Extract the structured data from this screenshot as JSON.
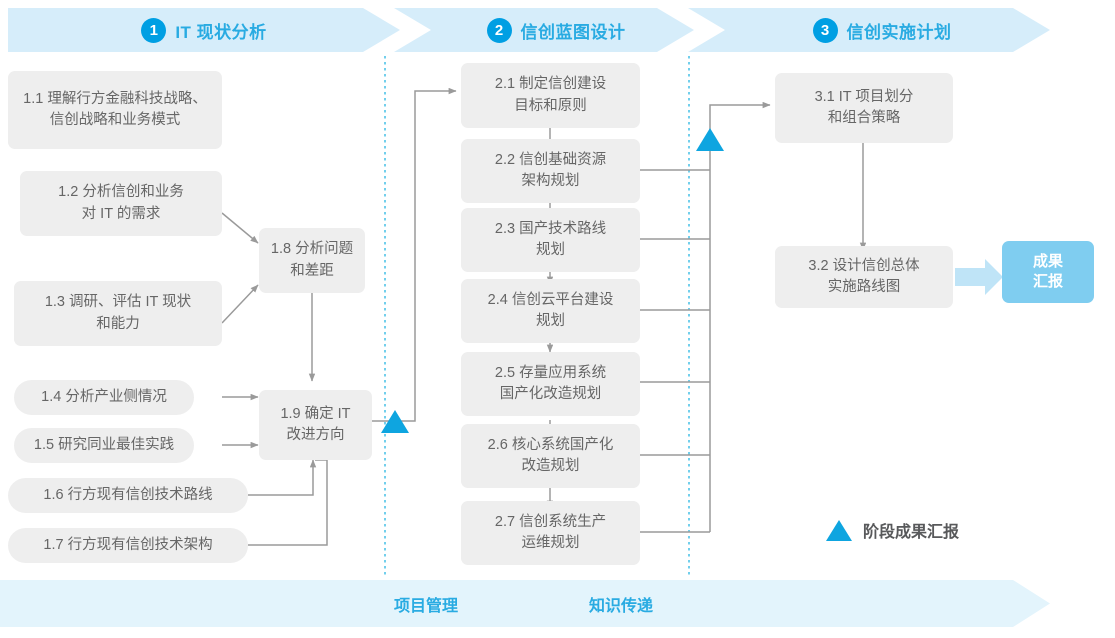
{
  "colors": {
    "band": "#d6edfa",
    "footer_band": "#e3f4fc",
    "accent": "#29abe2",
    "num_circle": "#009fe3",
    "node_bg": "#eeeeee",
    "node_text": "#666666",
    "connector": "#9a9a9a",
    "milestone_triangle": "#0ea5e0",
    "result_chip_bg": "#7fcdf0",
    "result_arrow": "#bfe4f7",
    "divider_dotted": "#4fc3e8"
  },
  "phases": [
    {
      "number": "1",
      "label": "IT 现状分析"
    },
    {
      "number": "2",
      "label": "信创蓝图设计"
    },
    {
      "number": "3",
      "label": "信创实施计划"
    }
  ],
  "nodes": {
    "n11": "1.1 理解行方金融科技战略、\n信创战略和业务模式",
    "n12": "1.2 分析信创和业务\n对 IT 的需求",
    "n13": "1.3 调研、评估 IT 现状\n和能力",
    "n14": "1.4 分析产业侧情况",
    "n15": "1.5 研究同业最佳实践",
    "n16": "1.6 行方现有信创技术路线",
    "n17": "1.7 行方现有信创技术架构",
    "n18": "1.8 分析问题\n和差距",
    "n19": "1.9 确定 IT\n改进方向",
    "n21": "2.1 制定信创建设\n目标和原则",
    "n22": "2.2 信创基础资源\n架构规划",
    "n23": "2.3 国产技术路线\n规划",
    "n24": "2.4 信创云平台建设\n规划",
    "n25": "2.5 存量应用系统\n国产化改造规划",
    "n26": "2.6 核心系统国产化\n改造规划",
    "n27": "2.7 信创系统生产\n运维规划",
    "n31": "3.1 IT 项目划分\n和组合策略",
    "n32": "3.2 设计信创总体\n实施路线图"
  },
  "result_chip": {
    "label": "成果\n汇报"
  },
  "legend": {
    "icon": "triangle-icon",
    "label": "阶段成果汇报"
  },
  "footer": {
    "items": [
      {
        "label": "项目管理"
      },
      {
        "label": "知识传递"
      }
    ]
  }
}
